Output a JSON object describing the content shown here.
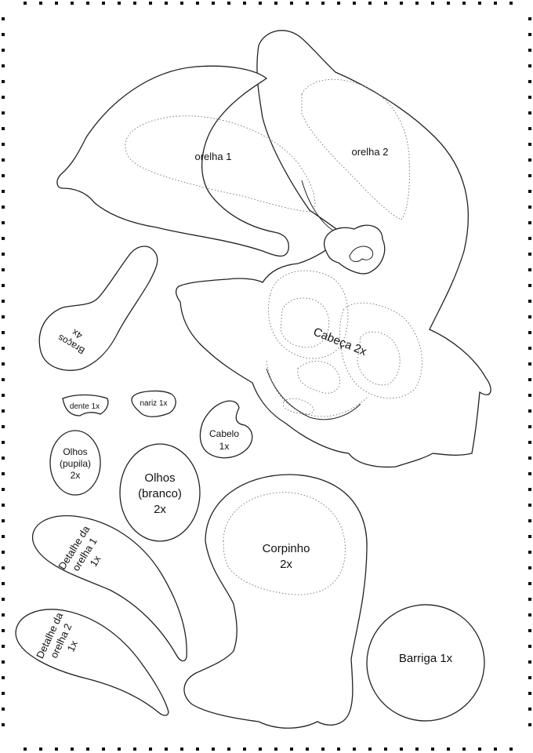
{
  "labels": {
    "orelha1": "orelha 1",
    "orelha2": "orelha 2",
    "cabeca": "Cabeça 2x",
    "bracos_line1": "Braços",
    "bracos_line2": "4x",
    "dente": "dente 1x",
    "nariz": "nariz 1x",
    "cabelo_line1": "Cabelo",
    "cabelo_line2": "1x",
    "pupila_line1": "Olhos",
    "pupila_line2": "(pupila)",
    "pupila_line3": "2x",
    "branco_line1": "Olhos",
    "branco_line2": "(branco)",
    "branco_line3": "2x",
    "detalhe1_line1": "Detalhe da",
    "detalhe1_line2": "orelha 1",
    "detalhe1_line3": "1x",
    "detalhe2_line1": "Detalhe da",
    "detalhe2_line2": "orelha 2",
    "detalhe2_line3": "1x",
    "corpinho_line1": "Corpinho",
    "corpinho_line2": "2x",
    "barriga": "Barriga 1x"
  },
  "colors": {
    "outline": "#222222",
    "stitch": "#777777",
    "background": "#ffffff",
    "border_dots": "#111111"
  }
}
